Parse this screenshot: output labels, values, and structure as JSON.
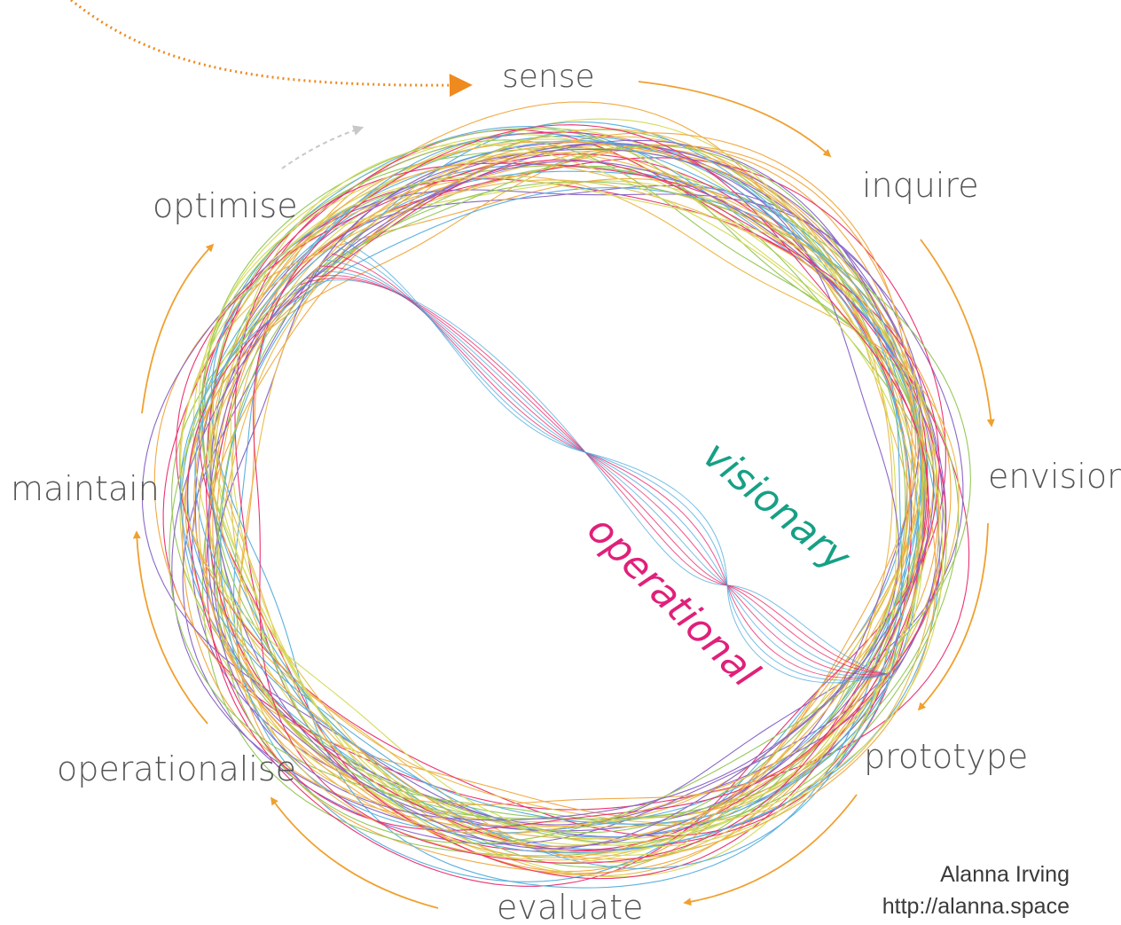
{
  "stages": {
    "sense": "sense",
    "inquire": "inquire",
    "envision": "envision",
    "prototype": "prototype",
    "evaluate": "evaluate",
    "operationalise": "operationalise",
    "maintain": "maintain",
    "optimise": "optimise"
  },
  "modes": {
    "visionary": "visionary",
    "operational": "operational"
  },
  "credit": {
    "author": "Alanna Irving",
    "url": "http://alanna.space"
  },
  "colors": {
    "arrow": "#f0a030",
    "entry_arrow": "#ef8a1e",
    "optimise_arrow": "#c8c8c8",
    "visionary": "#16a085",
    "operational": "#e0207a",
    "label": "#555555",
    "loop_lines": [
      "#f0a030",
      "#8bc34a",
      "#e91e63",
      "#4aa8dc",
      "#7e57c2",
      "#e9b33a",
      "#d0d84a"
    ]
  }
}
